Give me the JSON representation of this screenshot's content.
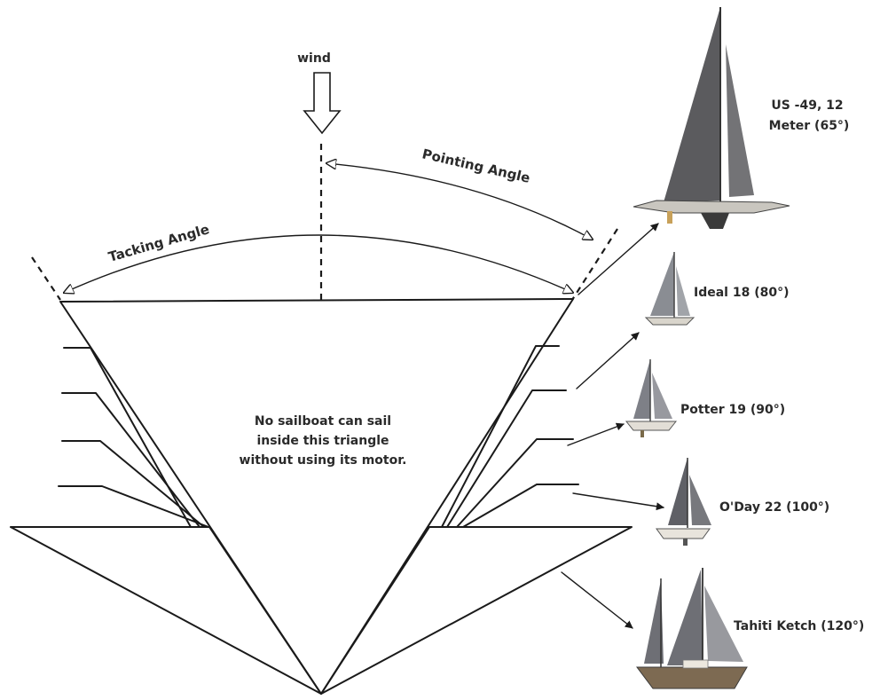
{
  "wind_label": "wind",
  "pointing_angle_label": "Pointing Angle",
  "tacking_angle_label": "Tacking Angle",
  "triangle_text": {
    "line1": "No sailboat can sail",
    "line2": "inside this triangle",
    "line3": "without using its motor."
  },
  "boats": [
    {
      "line1": "US -49, 12",
      "line2": "Meter (65°)",
      "sail_color": "#5b5b5e",
      "icon": "twelve-meter-sailboat-icon"
    },
    {
      "line1": "Ideal 18 (80°)",
      "sail_color": "#8a8d93",
      "icon": "ideal-18-sailboat-icon"
    },
    {
      "line1": "Potter 19 (90°)",
      "sail_color": "#7e8087",
      "icon": "potter-19-sailboat-icon"
    },
    {
      "line1": "O'Day 22 (100°)",
      "sail_color": "#5f6066",
      "icon": "oday-22-sailboat-icon"
    },
    {
      "line1": "Tahiti Ketch (120°)",
      "sail_color": "#6e6f75",
      "icon": "tahiti-ketch-sailboat-icon"
    }
  ]
}
